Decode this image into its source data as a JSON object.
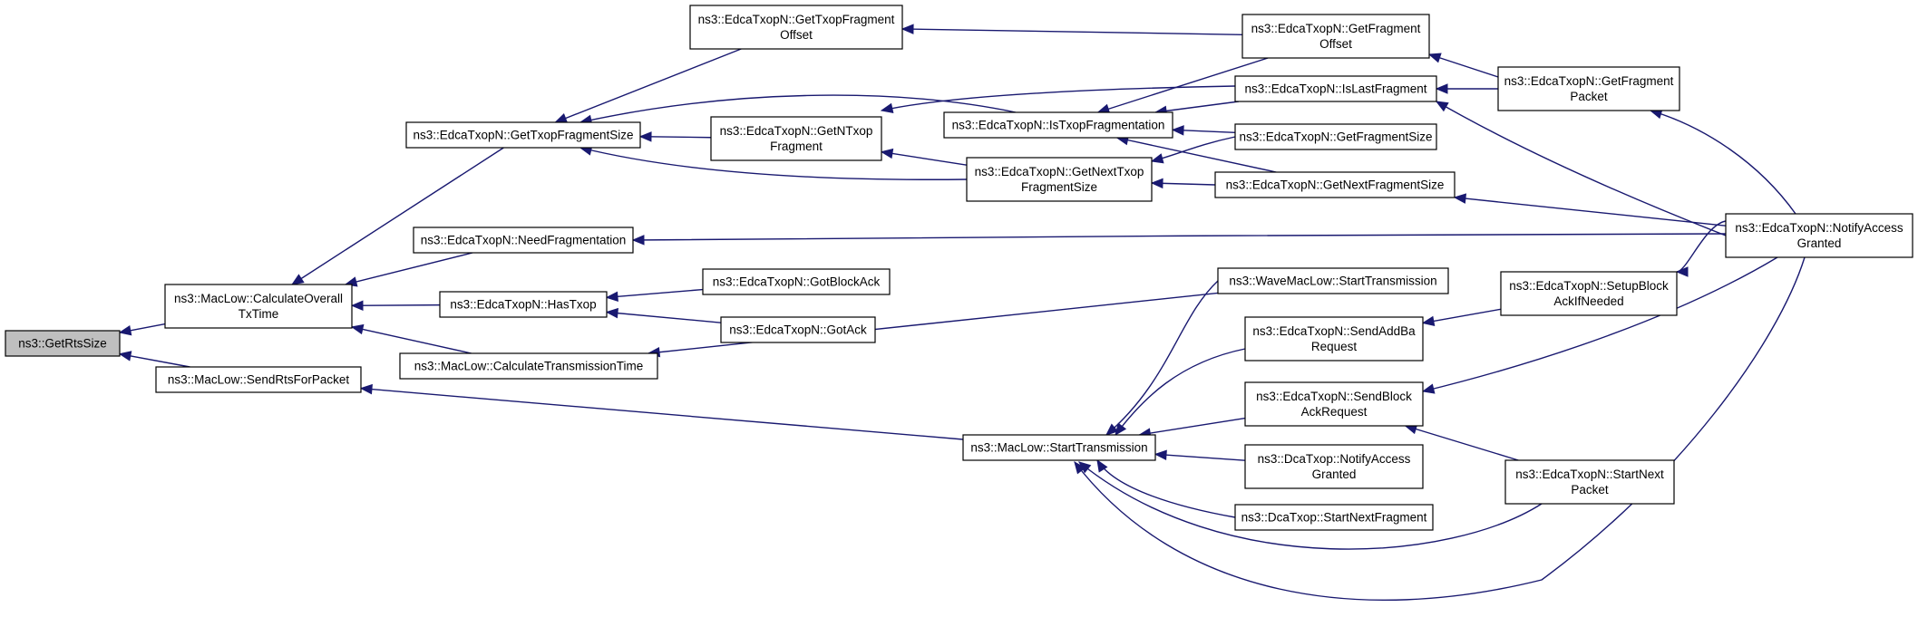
{
  "graph": {
    "type": "caller-graph",
    "colors": {
      "edge": "#191970",
      "node_border": "#000000",
      "root_fill": "#bfbfbf",
      "node_fill": "#ffffff"
    },
    "nodes": [
      {
        "id": "n0",
        "lines": [
          "ns3::GetRtsSize"
        ],
        "root": true
      },
      {
        "id": "n1",
        "lines": [
          "ns3::MacLow::CalculateOverall",
          "TxTime"
        ]
      },
      {
        "id": "n2",
        "lines": [
          "ns3::MacLow::SendRtsForPacket"
        ]
      },
      {
        "id": "n3",
        "lines": [
          "ns3::EdcaTxopN::GetTxopFragmentSize"
        ]
      },
      {
        "id": "n4",
        "lines": [
          "ns3::EdcaTxopN::NeedFragmentation"
        ]
      },
      {
        "id": "n5",
        "lines": [
          "ns3::EdcaTxopN::HasTxop"
        ]
      },
      {
        "id": "n6",
        "lines": [
          "ns3::MacLow::CalculateTransmissionTime"
        ]
      },
      {
        "id": "n7",
        "lines": [
          "ns3::EdcaTxopN::GetTxopFragment",
          "Offset"
        ]
      },
      {
        "id": "n8",
        "lines": [
          "ns3::EdcaTxopN::GetNTxop",
          "Fragment"
        ]
      },
      {
        "id": "n9",
        "lines": [
          "ns3::EdcaTxopN::GotBlockAck"
        ]
      },
      {
        "id": "n10",
        "lines": [
          "ns3::EdcaTxopN::GotAck"
        ]
      },
      {
        "id": "n11",
        "lines": [
          "ns3::EdcaTxopN::IsTxopFragmentation"
        ]
      },
      {
        "id": "n12",
        "lines": [
          "ns3::EdcaTxopN::GetNextTxop",
          "FragmentSize"
        ]
      },
      {
        "id": "n13",
        "lines": [
          "ns3::MacLow::StartTransmission"
        ]
      },
      {
        "id": "n14",
        "lines": [
          "ns3::EdcaTxopN::GetFragment",
          "Offset"
        ]
      },
      {
        "id": "n15",
        "lines": [
          "ns3::EdcaTxopN::IsLastFragment"
        ]
      },
      {
        "id": "n16",
        "lines": [
          "ns3::EdcaTxopN::GetFragmentSize"
        ]
      },
      {
        "id": "n17",
        "lines": [
          "ns3::EdcaTxopN::GetNextFragmentSize"
        ]
      },
      {
        "id": "n18",
        "lines": [
          "ns3::WaveMacLow::StartTransmission"
        ]
      },
      {
        "id": "n19",
        "lines": [
          "ns3::EdcaTxopN::SendAddBa",
          "Request"
        ]
      },
      {
        "id": "n20",
        "lines": [
          "ns3::EdcaTxopN::SendBlock",
          "AckRequest"
        ]
      },
      {
        "id": "n21",
        "lines": [
          "ns3::DcaTxop::NotifyAccess",
          "Granted"
        ]
      },
      {
        "id": "n22",
        "lines": [
          "ns3::DcaTxop::StartNextFragment"
        ]
      },
      {
        "id": "n23",
        "lines": [
          "ns3::EdcaTxopN::GetFragment",
          "Packet"
        ]
      },
      {
        "id": "n24",
        "lines": [
          "ns3::EdcaTxopN::SetupBlock",
          "AckIfNeeded"
        ]
      },
      {
        "id": "n25",
        "lines": [
          "ns3::EdcaTxopN::StartNext",
          "Packet"
        ]
      },
      {
        "id": "n26",
        "lines": [
          "ns3::EdcaTxopN::NotifyAccess",
          "Granted"
        ]
      }
    ],
    "edges": [
      {
        "from": "n1",
        "to": "n0"
      },
      {
        "from": "n2",
        "to": "n0"
      },
      {
        "from": "n3",
        "to": "n1"
      },
      {
        "from": "n4",
        "to": "n1"
      },
      {
        "from": "n5",
        "to": "n1"
      },
      {
        "from": "n6",
        "to": "n1"
      },
      {
        "from": "n13",
        "to": "n2"
      },
      {
        "from": "n7",
        "to": "n3"
      },
      {
        "from": "n8",
        "to": "n3"
      },
      {
        "from": "n11",
        "to": "n3"
      },
      {
        "from": "n12",
        "to": "n3"
      },
      {
        "from": "n26",
        "to": "n4"
      },
      {
        "from": "n9",
        "to": "n5"
      },
      {
        "from": "n10",
        "to": "n5"
      },
      {
        "from": "n18",
        "to": "n6"
      },
      {
        "from": "n14",
        "to": "n7"
      },
      {
        "from": "n15",
        "to": "n8"
      },
      {
        "from": "n12",
        "to": "n8"
      },
      {
        "from": "n14",
        "to": "n11"
      },
      {
        "from": "n15",
        "to": "n11"
      },
      {
        "from": "n16",
        "to": "n11"
      },
      {
        "from": "n17",
        "to": "n11"
      },
      {
        "from": "n16",
        "to": "n12"
      },
      {
        "from": "n17",
        "to": "n12"
      },
      {
        "from": "n18",
        "to": "n13"
      },
      {
        "from": "n19",
        "to": "n13"
      },
      {
        "from": "n20",
        "to": "n13"
      },
      {
        "from": "n21",
        "to": "n13"
      },
      {
        "from": "n22",
        "to": "n13"
      },
      {
        "from": "n25",
        "to": "n13"
      },
      {
        "from": "n26",
        "to": "n13"
      },
      {
        "from": "n23",
        "to": "n14"
      },
      {
        "from": "n23",
        "to": "n15"
      },
      {
        "from": "n26",
        "to": "n15"
      },
      {
        "from": "n26",
        "to": "n17"
      },
      {
        "from": "n24",
        "to": "n19"
      },
      {
        "from": "n26",
        "to": "n20"
      },
      {
        "from": "n25",
        "to": "n20"
      },
      {
        "from": "n26",
        "to": "n23"
      },
      {
        "from": "n26",
        "to": "n24"
      }
    ]
  }
}
